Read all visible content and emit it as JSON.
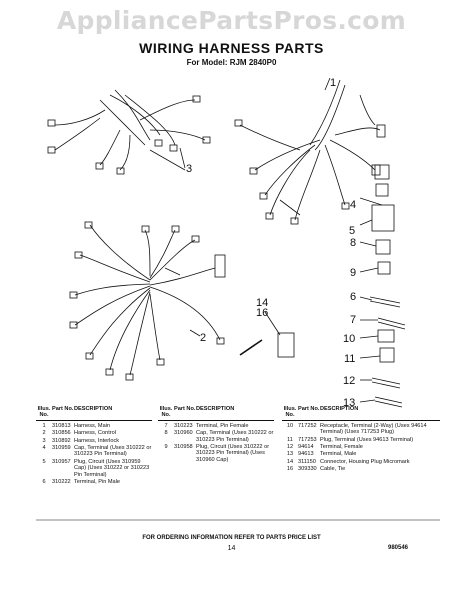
{
  "watermark": "AppliancePartsPros.com",
  "title": "WIRING HARNESS PARTS",
  "subtitle": "For Model: RJM 2840P0",
  "callouts": [
    "1",
    "2",
    "3",
    "4",
    "5",
    "6",
    "7",
    "8",
    "9",
    "10",
    "11",
    "12",
    "13",
    "14",
    "16"
  ],
  "table_headers": {
    "no": "Illus. No.",
    "part": "Part No.",
    "desc": "DESCRIPTION"
  },
  "columns": [
    [
      {
        "no": "1",
        "part": "310813",
        "desc": "Harness, Main"
      },
      {
        "no": "2",
        "part": "310856",
        "desc": "Harness, Control"
      },
      {
        "no": "3",
        "part": "310892",
        "desc": "Harness, Interlock"
      },
      {
        "no": "4",
        "part": "310959",
        "desc": "Cap, Terminal (Uses 310222 or 310223 Pin Terminal)"
      },
      {
        "no": "5",
        "part": "310957",
        "desc": "Plug, Circuit (Uses 310959 Cap) (Uses 310222 or 310223 Pin Terminal)"
      },
      {
        "no": "6",
        "part": "310222",
        "desc": "Terminal, Pin Male"
      }
    ],
    [
      {
        "no": "7",
        "part": "310223",
        "desc": "Terminal, Pin Female"
      },
      {
        "no": "8",
        "part": "310960",
        "desc": "Cap, Terminal (Uses 310222 or 310223 Pin Terminal)"
      },
      {
        "no": "9",
        "part": "310958",
        "desc": "Plug, Circuit (Uses 310222 or 310223 Pin Terminal) (Uses 310960 Cap)"
      }
    ],
    [
      {
        "no": "10",
        "part": "717252",
        "desc": "Receptacle, Terminal (2-Way) (Uses 94614 Terminal) (Uses 717253 Plug)"
      },
      {
        "no": "11",
        "part": "717253",
        "desc": "Plug, Terminal (Uses 94613 Terminal)"
      },
      {
        "no": "12",
        "part": "94614",
        "desc": "Terminal, Female"
      },
      {
        "no": "13",
        "part": "94613",
        "desc": "Terminal, Male"
      },
      {
        "no": "14",
        "part": "311150",
        "desc": "Connector, Housing Plug Micromark"
      },
      {
        "no": "16",
        "part": "309330",
        "desc": "Cable, Tie"
      }
    ]
  ],
  "footer_note": "FOR ORDERING INFORMATION REFER TO PARTS PRICE LIST",
  "page_number": "14",
  "figure_code": "980546"
}
